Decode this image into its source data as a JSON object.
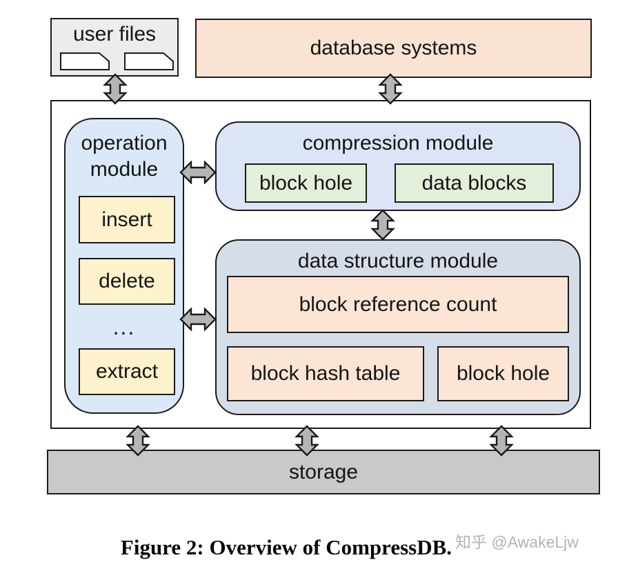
{
  "figure": {
    "caption": "Figure 2: Overview of CompressDB.",
    "watermark": "知乎 @AwakeLjw"
  },
  "external": {
    "user_files": {
      "label": "user files"
    },
    "database_systems": {
      "label": "database systems"
    },
    "storage": {
      "label": "storage"
    }
  },
  "core": {
    "operation_module": {
      "title": "operation module",
      "items": [
        "insert",
        "delete",
        "...",
        "extract"
      ]
    },
    "compression_module": {
      "title": "compression module",
      "items": [
        "block hole",
        "data blocks"
      ]
    },
    "data_structure_module": {
      "title": "data structure module",
      "items": [
        "block reference count",
        "block hash table",
        "block hole"
      ]
    }
  },
  "colors": {
    "user_files_bg": "#ececec",
    "database_bg": "#fae3d3",
    "operation_bg": "#dbe8f8",
    "compression_bg": "#dce5f6",
    "data_structure_bg": "#d5dde9",
    "yellow": "#fdf2cc",
    "green": "#e3efda",
    "peach": "#fce5d5",
    "storage_bg": "#c9c9c9",
    "arrow_fill": "#b5b5b5"
  }
}
